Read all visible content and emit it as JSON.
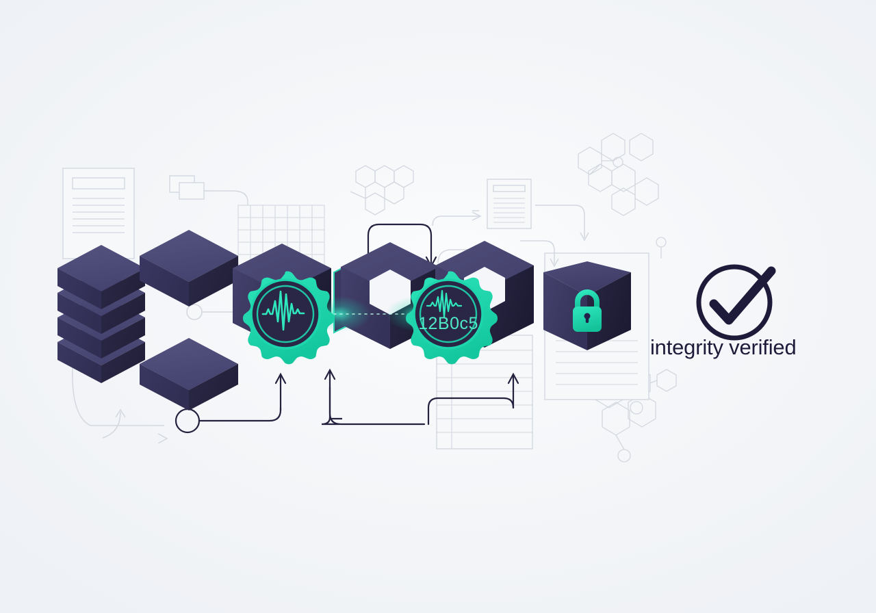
{
  "scene": {
    "title": "data integrity verification illustration",
    "background_color": "#f2f4f7",
    "accent_color": "#1ed6ae",
    "block_color": "#3d3c68",
    "ink_color": "#1e1b3a",
    "faint_line_color": "#d3d8e0"
  },
  "badges": {
    "left": {
      "name": "signature-seal-badge",
      "label": "",
      "icon": "waveform-icon",
      "ring_color": "#1ed6ae"
    },
    "right": {
      "name": "hash-seal-badge",
      "label": "12B0c5",
      "icon": "waveform-icon",
      "ring_color": "#1ed6ae"
    }
  },
  "lock": {
    "name": "lock-cube",
    "icon": "lock-icon",
    "color": "#1ed6ae"
  },
  "status": {
    "icon": "check-circle-icon",
    "text": "integrity verified",
    "color": "#1e1b3a"
  },
  "documents": [
    {
      "name": "document-top-left",
      "lines": 6,
      "has_title_block": true
    },
    {
      "name": "document-top-right",
      "lines": 7,
      "has_title_block": true
    },
    {
      "name": "document-bottom-center",
      "lines": 8,
      "has_title_block": false
    },
    {
      "name": "document-bottom-right",
      "lines": 6,
      "has_title_block": false
    }
  ],
  "data_stack": {
    "name": "database-stack",
    "layers": 4
  },
  "cubes": [
    {
      "name": "cube-upper-left"
    },
    {
      "name": "cube-lower-left"
    }
  ],
  "hex_chain": {
    "name": "hexagon-block-chain",
    "segments": 3
  },
  "data_stream": {
    "name": "data-stream-beam",
    "color": "#1ed6ae"
  },
  "grid_pattern": {
    "name": "grid-pattern",
    "cols": 7,
    "rows": 5
  },
  "molecule_patterns": [
    {
      "name": "molecule-lattice-top-center"
    },
    {
      "name": "molecule-lattice-top-right"
    },
    {
      "name": "molecule-lattice-bottom-right"
    }
  ],
  "connectors": [
    {
      "name": "connector-arrow-arch-center"
    },
    {
      "name": "connector-arrow-up-left"
    },
    {
      "name": "connector-arrow-up-center"
    },
    {
      "name": "connector-arrow-up-right"
    },
    {
      "name": "connector-node-circle-left"
    },
    {
      "name": "connector-node-circle-mid"
    },
    {
      "name": "connector-node-circle-top-right"
    },
    {
      "name": "connector-node-circle-bottom-right"
    },
    {
      "name": "connector-flow-right-upper"
    },
    {
      "name": "connector-flow-right-lower"
    },
    {
      "name": "connector-flow-bottom-left"
    }
  ],
  "flow_nodes": {
    "name": "flowchart-node-pair",
    "count": 2
  }
}
